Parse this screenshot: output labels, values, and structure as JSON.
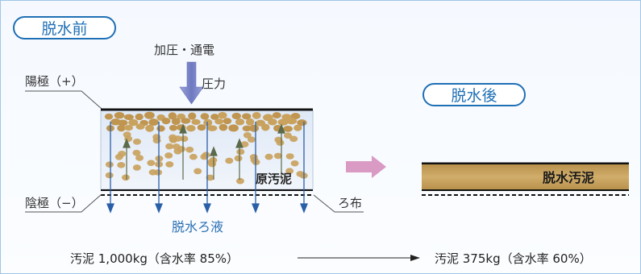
{
  "labels": {
    "before": "脱水前",
    "after": "脱水後",
    "process": "加圧・通電",
    "pressure": "圧力",
    "anode": "陽極（+）",
    "cathode": "陰極（−）",
    "raw_sludge": "原汚泥",
    "filter_cloth": "ろ布",
    "filtrate": "脱水ろ液",
    "dewatered_sludge": "脱水汚泥"
  },
  "comparison": {
    "before_text": "汚泥 1,000kg（含水率 85%）",
    "after_text": "汚泥 375kg（含水率 60%）"
  },
  "colors": {
    "accent_blue": "#1f6fb5",
    "filtrate_blue": "#2a6fb3",
    "sludge_tan": "#c9a25e",
    "pressure_arrow": "#7c86c8",
    "flow_arrow": "#d99ac4",
    "panel_border": "#9fc6e6"
  }
}
